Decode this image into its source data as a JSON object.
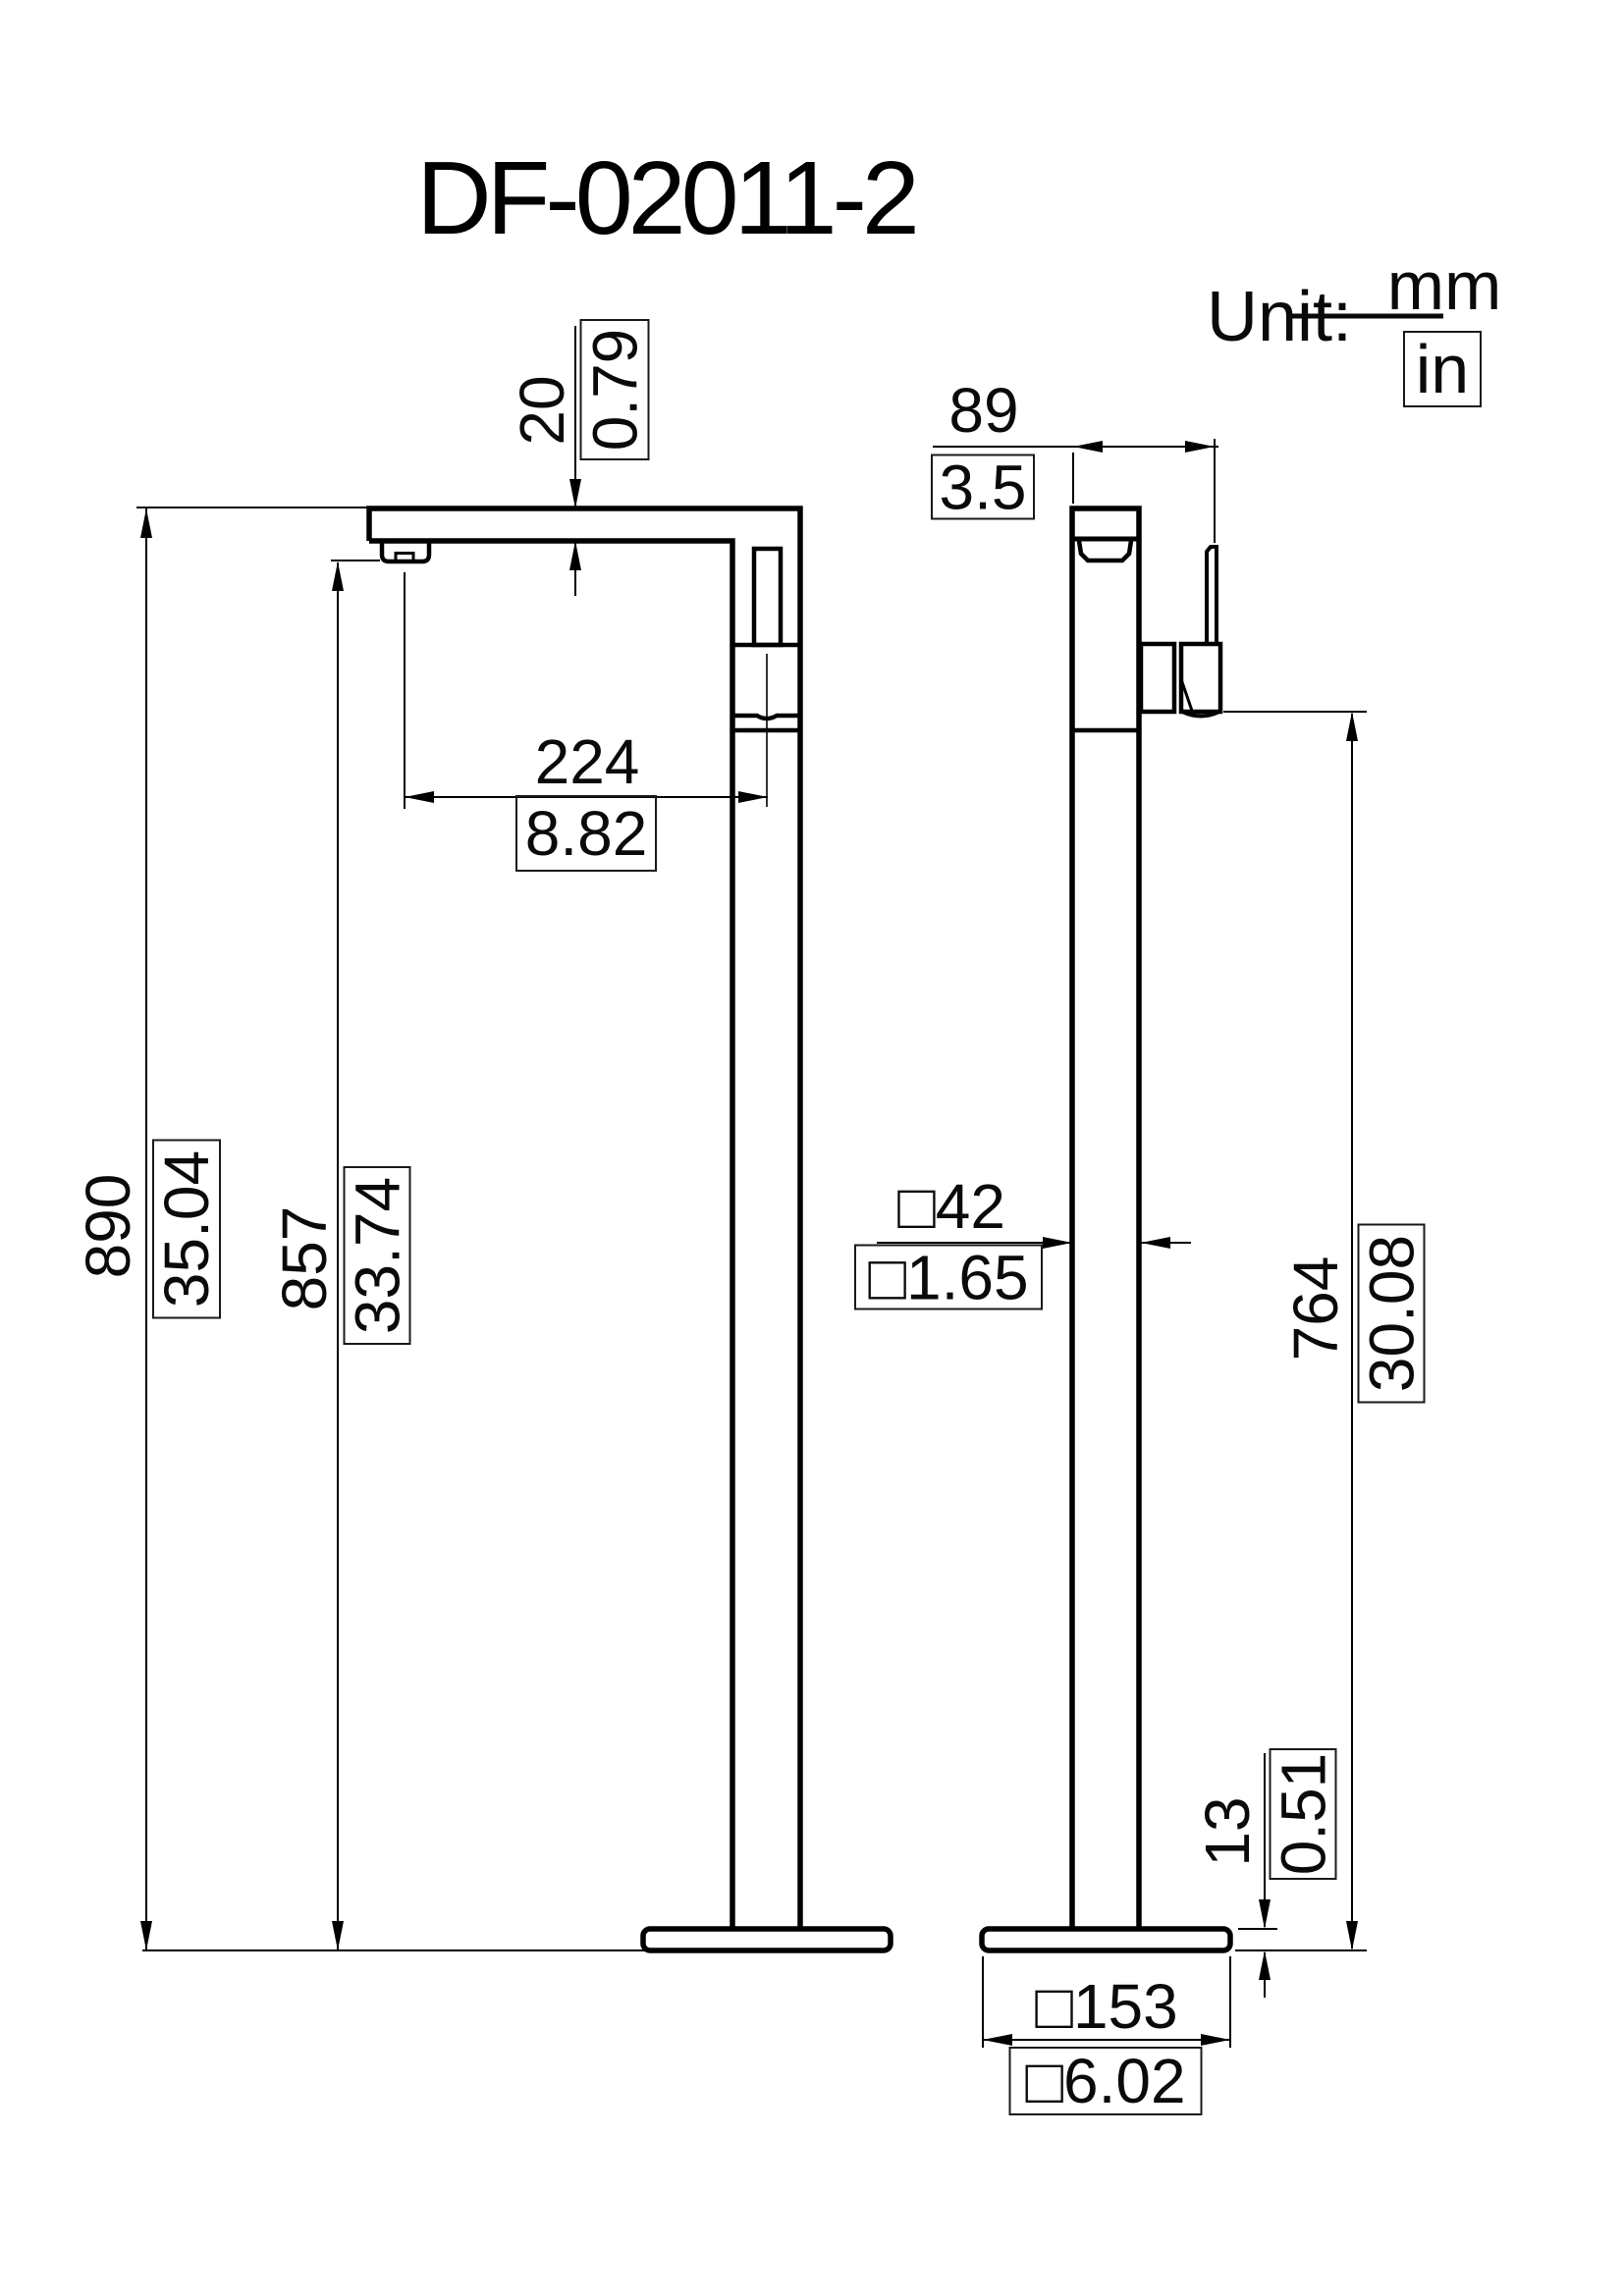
{
  "title": "DF-02011-2",
  "unit": {
    "label": "Unit:",
    "numerator": "mm",
    "denominator": "in"
  },
  "dims": {
    "spout_thickness": {
      "mm": "20",
      "in": "0.79"
    },
    "spout_reach": {
      "mm": "224",
      "in": "8.82"
    },
    "overall_height": {
      "mm": "890",
      "in": "35.04"
    },
    "outlet_height": {
      "mm": "857",
      "in": "33.74"
    },
    "handle_span": {
      "mm": "89",
      "in": "3.5"
    },
    "column_square": {
      "mm": "□42",
      "in": "□1.65"
    },
    "handle_height": {
      "mm": "764",
      "in": "30.08"
    },
    "base_thickness": {
      "mm": "13",
      "in": "0.51"
    },
    "base_square": {
      "mm": "□153",
      "in": "□6.02"
    }
  },
  "colors": {
    "line": "#000000",
    "background": "#ffffff"
  }
}
